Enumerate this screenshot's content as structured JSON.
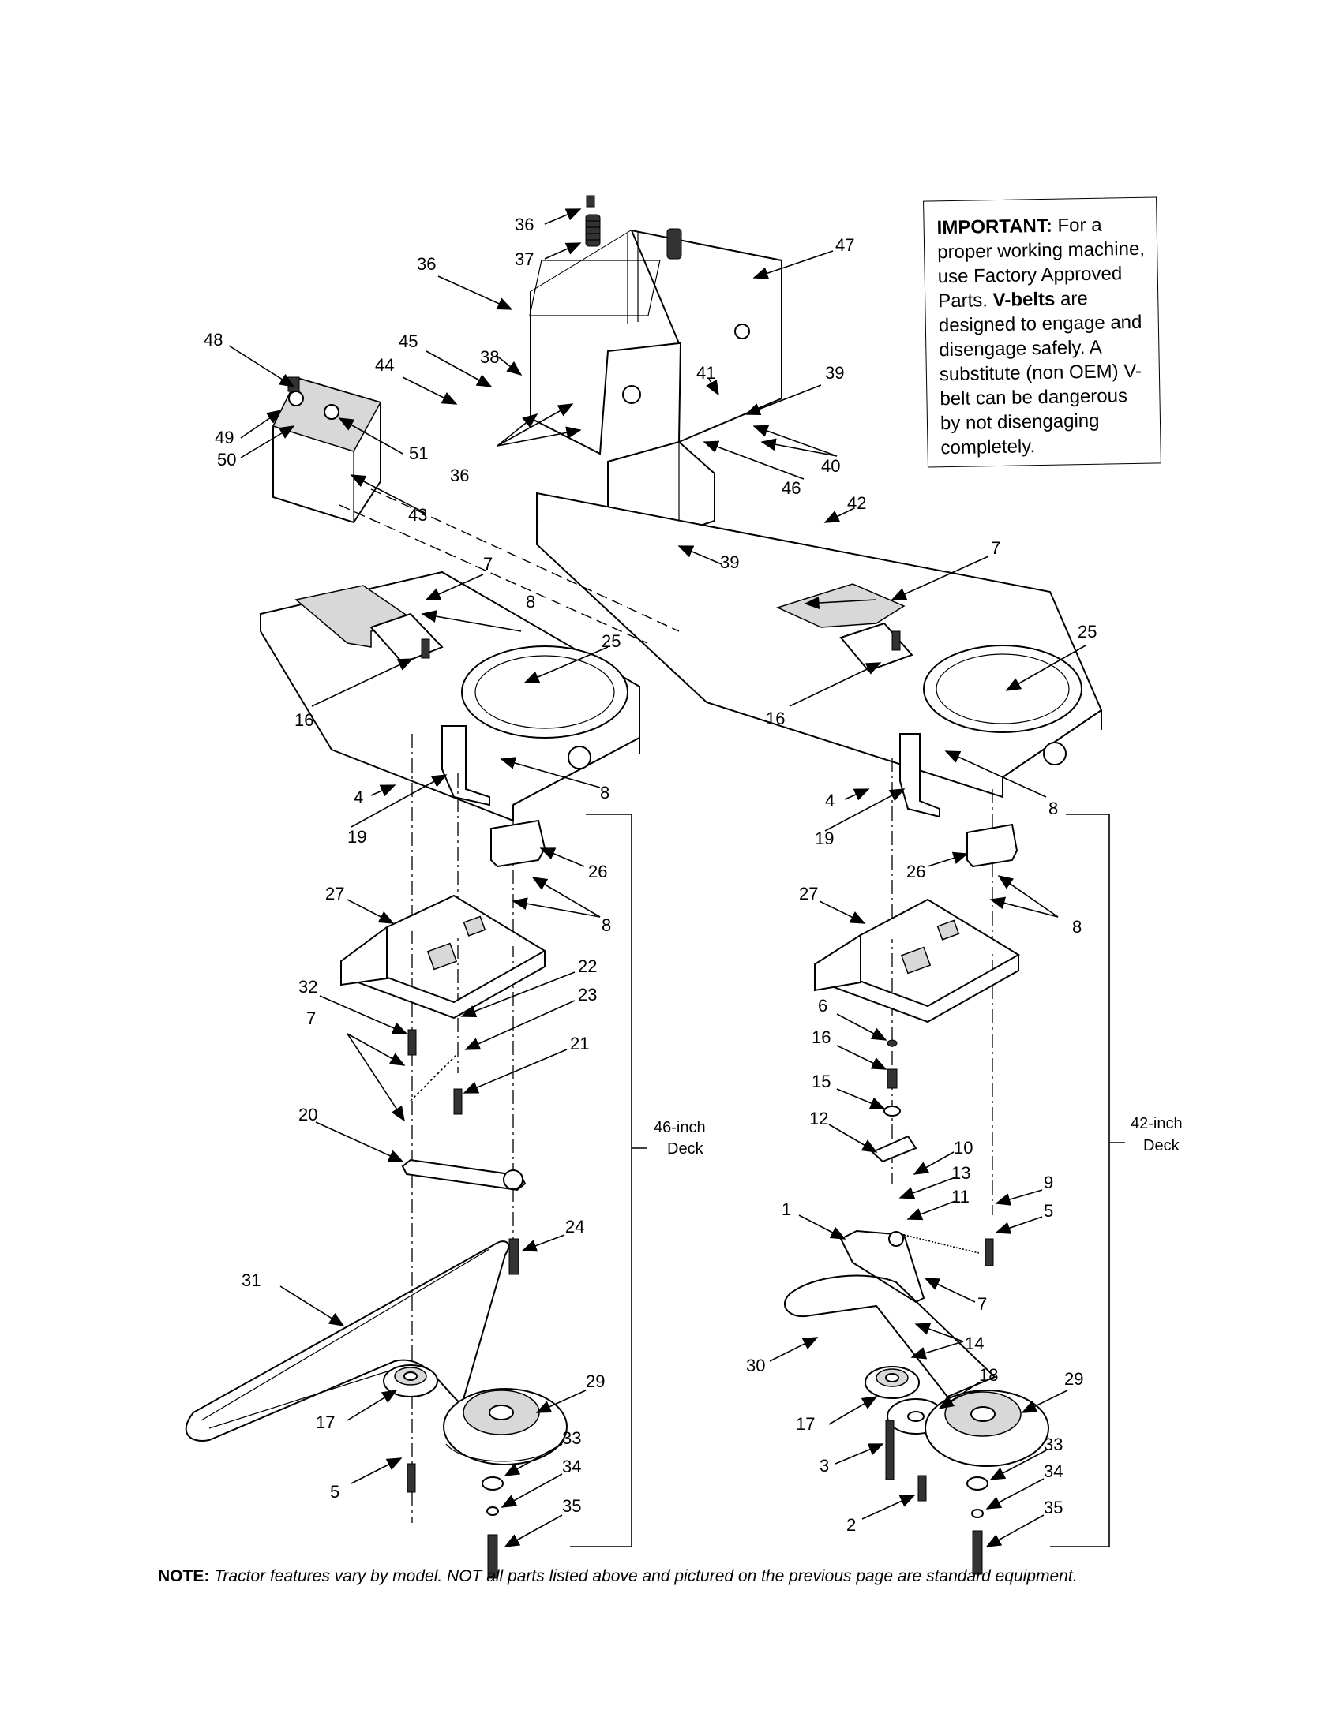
{
  "notice": {
    "label": "IMPORTANT:",
    "text1": " For a proper working machine, use Factory Approved Parts. ",
    "label2": "V-belts",
    "text2": " are designed to engage and disengage safely. A substitute (non OEM) V-belt can be dangerous by not disengaging completely."
  },
  "footnote": {
    "label": "NOTE:",
    "text": " Tractor features vary by model. NOT all parts listed above and pictured on the previous page are standard equipment."
  },
  "decks": {
    "left_line1": "46-inch",
    "left_line2": "Deck",
    "right_line1": "42-inch",
    "right_line2": "Deck"
  },
  "callouts": [
    {
      "id": "c1",
      "text": "36"
    },
    {
      "id": "c2",
      "text": "37"
    },
    {
      "id": "c3",
      "text": "36"
    },
    {
      "id": "c4",
      "text": "47"
    },
    {
      "id": "c5",
      "text": "48"
    },
    {
      "id": "c6",
      "text": "45"
    },
    {
      "id": "c7",
      "text": "44"
    },
    {
      "id": "c8",
      "text": "38"
    },
    {
      "id": "c9",
      "text": "41"
    },
    {
      "id": "c10",
      "text": "39"
    },
    {
      "id": "c11",
      "text": "49"
    },
    {
      "id": "c12",
      "text": "50"
    },
    {
      "id": "c13",
      "text": "51"
    },
    {
      "id": "c14",
      "text": "36"
    },
    {
      "id": "c15",
      "text": "40"
    },
    {
      "id": "c16",
      "text": "46"
    },
    {
      "id": "c17",
      "text": "43"
    },
    {
      "id": "c18",
      "text": "42"
    },
    {
      "id": "c19",
      "text": "39"
    },
    {
      "id": "c20",
      "text": "7"
    },
    {
      "id": "c21",
      "text": "7"
    },
    {
      "id": "c22",
      "text": "8"
    },
    {
      "id": "c23",
      "text": "25"
    },
    {
      "id": "c24",
      "text": "25"
    },
    {
      "id": "c25",
      "text": "16"
    },
    {
      "id": "c26",
      "text": "16"
    },
    {
      "id": "c27",
      "text": "8"
    },
    {
      "id": "c28",
      "text": "4"
    },
    {
      "id": "c29",
      "text": "19"
    },
    {
      "id": "c30",
      "text": "4"
    },
    {
      "id": "c31",
      "text": "19"
    },
    {
      "id": "c32",
      "text": "8"
    },
    {
      "id": "c33",
      "text": "26"
    },
    {
      "id": "c34",
      "text": "26"
    },
    {
      "id": "c35",
      "text": "27"
    },
    {
      "id": "c36",
      "text": "27"
    },
    {
      "id": "c37",
      "text": "8"
    },
    {
      "id": "c38",
      "text": "8"
    },
    {
      "id": "c39",
      "text": "32"
    },
    {
      "id": "c40",
      "text": "22"
    },
    {
      "id": "c41",
      "text": "23"
    },
    {
      "id": "c42",
      "text": "7"
    },
    {
      "id": "c43",
      "text": "21"
    },
    {
      "id": "c44",
      "text": "6"
    },
    {
      "id": "c45",
      "text": "16"
    },
    {
      "id": "c46",
      "text": "15"
    },
    {
      "id": "c47",
      "text": "20"
    },
    {
      "id": "c48",
      "text": "12"
    },
    {
      "id": "c49",
      "text": "10"
    },
    {
      "id": "c50",
      "text": "13"
    },
    {
      "id": "c51",
      "text": "11"
    },
    {
      "id": "c52",
      "text": "9"
    },
    {
      "id": "c53",
      "text": "1"
    },
    {
      "id": "c54",
      "text": "5"
    },
    {
      "id": "c55",
      "text": "24"
    },
    {
      "id": "c56",
      "text": "7"
    },
    {
      "id": "c57",
      "text": "31"
    },
    {
      "id": "c58",
      "text": "14"
    },
    {
      "id": "c59",
      "text": "30"
    },
    {
      "id": "c60",
      "text": "18"
    },
    {
      "id": "c61",
      "text": "29"
    },
    {
      "id": "c62",
      "text": "29"
    },
    {
      "id": "c63",
      "text": "17"
    },
    {
      "id": "c64",
      "text": "17"
    },
    {
      "id": "c65",
      "text": "33"
    },
    {
      "id": "c66",
      "text": "33"
    },
    {
      "id": "c67",
      "text": "3"
    },
    {
      "id": "c68",
      "text": "34"
    },
    {
      "id": "c69",
      "text": "34"
    },
    {
      "id": "c70",
      "text": "5"
    },
    {
      "id": "c71",
      "text": "2"
    },
    {
      "id": "c72",
      "text": "35"
    },
    {
      "id": "c73",
      "text": "35"
    }
  ]
}
